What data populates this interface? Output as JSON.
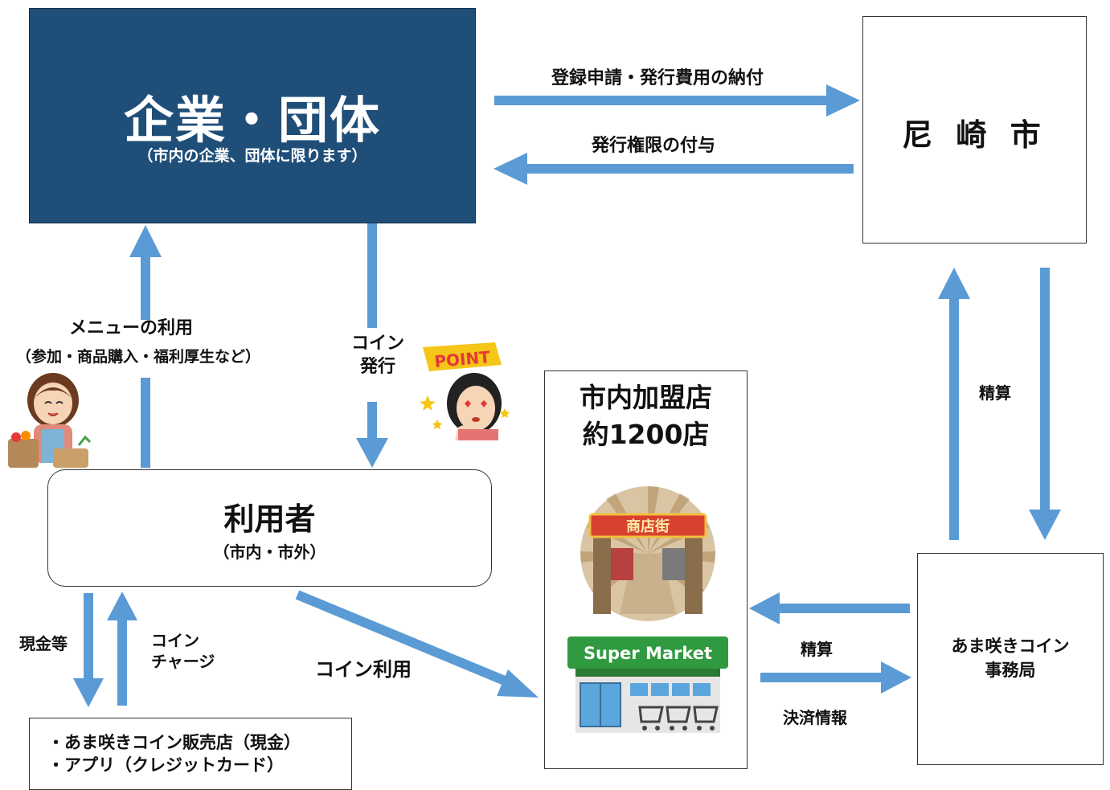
{
  "corporate": {
    "title": "企業・団体",
    "subtitle": "（市内の企業、団体に限ります）"
  },
  "city": {
    "title": "尼 崎 市"
  },
  "user": {
    "title": "利用者",
    "subtitle": "（市内・市外）"
  },
  "stores": {
    "title_line1": "市内加盟店",
    "title_line2": "約1200店",
    "shopping_street_sign": "商店街",
    "supermarket_sign": "Super Market"
  },
  "office": {
    "line1": "あま咲きコイン",
    "line2": "事務局"
  },
  "sales": {
    "line1": "・あま咲きコイン販売店（現金）",
    "line2": "・アプリ（クレジットカード）"
  },
  "badge": {
    "point": "POINT"
  },
  "labels": {
    "registration": "登録申請・発行費用の納付",
    "authority": "発行権限の付与",
    "menu_use": "メニューの利用",
    "menu_detail": "（参加・商品購入・福利厚生など）",
    "coin_issue_1": "コイン",
    "coin_issue_2": "発行",
    "settlement_city": "精算",
    "cash": "現金等",
    "coin_charge_1": "コイン",
    "coin_charge_2": "チャージ",
    "coin_use": "コイン利用",
    "settlement_office": "精算",
    "payment_info": "決済情報"
  },
  "colors": {
    "arrow": "#5b9bd5",
    "corporate_fill": "#1f4e79"
  }
}
